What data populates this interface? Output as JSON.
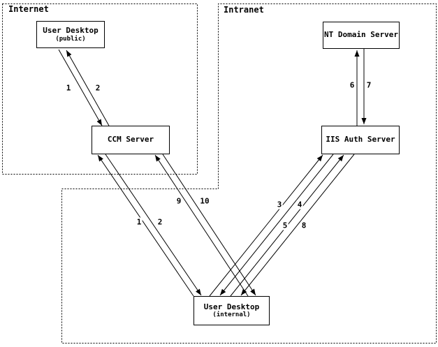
{
  "zones": {
    "internet": {
      "label": "Internet"
    },
    "intranet": {
      "label": "Intranet"
    }
  },
  "nodes": {
    "user_desktop_public": {
      "title": "User Desktop",
      "subtitle": "(public)"
    },
    "nt_domain_server": {
      "title": "NT Domain Server"
    },
    "ccm_server": {
      "title": "CCM Server"
    },
    "iis_auth_server": {
      "title": "IIS Auth Server"
    },
    "user_desktop_internal": {
      "title": "User Desktop",
      "subtitle": "(internal)"
    }
  },
  "edges": [
    {
      "label": "1",
      "from": "user_desktop_public",
      "to": "ccm_server"
    },
    {
      "label": "2",
      "from": "ccm_server",
      "to": "user_desktop_public"
    },
    {
      "label": "1",
      "from": "user_desktop_internal",
      "to": "ccm_server"
    },
    {
      "label": "2",
      "from": "ccm_server",
      "to": "user_desktop_internal"
    },
    {
      "label": "9",
      "from": "user_desktop_internal",
      "to": "ccm_server"
    },
    {
      "label": "10",
      "from": "ccm_server",
      "to": "user_desktop_internal"
    },
    {
      "label": "3",
      "from": "user_desktop_internal",
      "to": "iis_auth_server"
    },
    {
      "label": "4",
      "from": "iis_auth_server",
      "to": "user_desktop_internal"
    },
    {
      "label": "5",
      "from": "user_desktop_internal",
      "to": "iis_auth_server"
    },
    {
      "label": "8",
      "from": "iis_auth_server",
      "to": "user_desktop_internal"
    },
    {
      "label": "6",
      "from": "iis_auth_server",
      "to": "nt_domain_server"
    },
    {
      "label": "7",
      "from": "nt_domain_server",
      "to": "iis_auth_server"
    }
  ],
  "colors": {
    "line": "#000000",
    "background": "#ffffff",
    "text": "#000000"
  }
}
